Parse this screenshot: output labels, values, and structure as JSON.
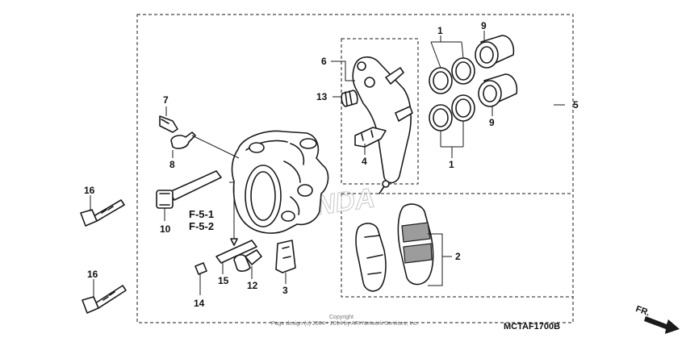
{
  "diagram": {
    "callouts": {
      "c1_top": "1",
      "c1_bottom": "1",
      "c2": "2",
      "c3": "3",
      "c4": "4",
      "c5": "5",
      "c6": "6",
      "c7": "7",
      "c8": "8",
      "c9_top": "9",
      "c9_bottom": "9",
      "c10": "10",
      "c12": "12",
      "c13": "13",
      "c14": "14",
      "c15": "15",
      "c16_top": "16",
      "c16_bottom": "16"
    },
    "section_refs": [
      "F-5-1",
      "F-5-2"
    ],
    "watermark": "HONDA",
    "copyright_line1": "Copyright",
    "copyright_line2": "Page design (c) 2004 - 2014 by ARI Network Services, Inc.",
    "figure_code": "MCTAF1700B",
    "direction_label": "FR."
  }
}
